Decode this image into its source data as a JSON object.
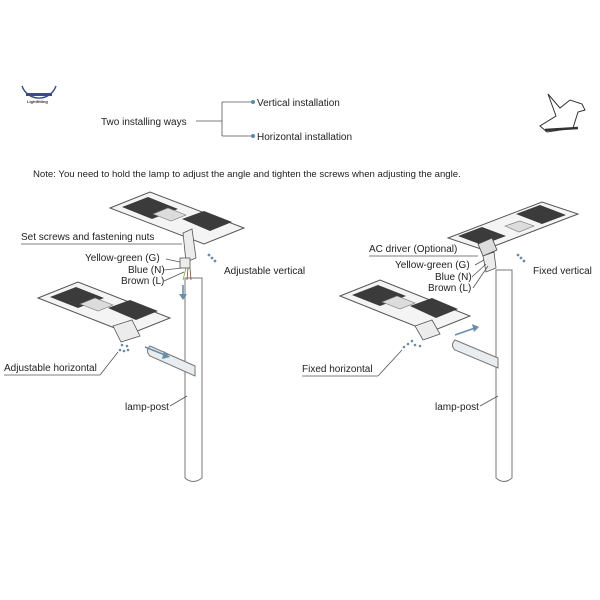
{
  "logo": {
    "text": "Lightfitting"
  },
  "tree": {
    "root": "Two installing ways",
    "branches": [
      "Vertical installation",
      "Horizontal installation"
    ]
  },
  "note": "Note: You need to hold the lamp to adjust the angle and tighten the screws when adjusting the angle.",
  "left": {
    "set_screws": "Set screws and fastening nuts",
    "yellow_green": "Yellow-green (G)",
    "blue": "Blue (N)",
    "brown": "Brown (L)",
    "adjustable_vertical": "Adjustable vertical",
    "adjustable_horizontal": "Adjustable horizontal",
    "lamp_post": "lamp-post"
  },
  "right": {
    "ac_driver": "AC driver (Optional)",
    "yellow_green": "Yellow-green (G)",
    "blue": "Blue (N)",
    "brown": "Brown (L)",
    "fixed_vertical": "Fixed vertical",
    "fixed_horizontal": "Fixed horizontal",
    "lamp_post": "lamp-post"
  },
  "colors": {
    "accent": "#5a8aa6",
    "line": "#555555"
  }
}
